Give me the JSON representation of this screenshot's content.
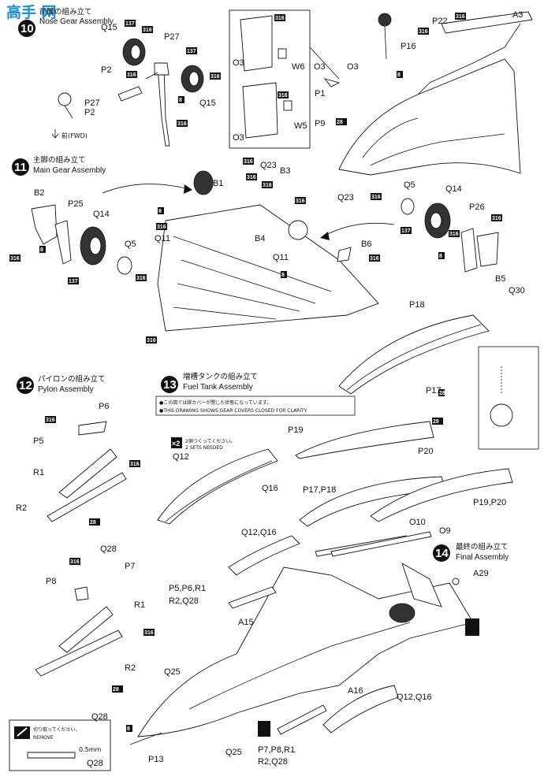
{
  "watermark": "高手 网",
  "steps": {
    "s10": {
      "num": "10",
      "title_jp": "前脚の組み立て",
      "title_en": "Nose Gear Assembly"
    },
    "s11": {
      "num": "11",
      "title_jp": "主脚の組み立て",
      "title_en": "Main Gear Assembly"
    },
    "s12": {
      "num": "12",
      "title_jp": "パイロンの組み立て",
      "title_en": "Pylon Assembly"
    },
    "s13": {
      "num": "13",
      "title_jp": "増槽タンクの組み立て",
      "title_en": "Fuel Tank Assembly"
    },
    "s14": {
      "num": "14",
      "title_jp": "最終の組み立て",
      "title_en": "Final Assembly"
    }
  },
  "notes": {
    "fwd": "前(FWD)",
    "gear_covers_jp": "●この図では脚カバーが閉じた状態になっています。",
    "gear_covers_en": "●THIS DRAWING SHOWS GEAR COVERS CLOSED FOR CLARITY.",
    "x2": "×2",
    "x2_jp": "2個つくってください。",
    "x2_en": "2 SETS NEEDED",
    "remove_jp": "切り取ってください。",
    "remove_en": "REMOVE",
    "measure": "0.5mm"
  },
  "tags": {
    "t316": "316",
    "t137": "137",
    "t8": "8",
    "t28": "28"
  },
  "labels": {
    "q15a": "Q15",
    "q15b": "Q15",
    "p27": "P27",
    "p27b": "P27",
    "p2": "P2",
    "p2b": "P2",
    "o3a": "O3",
    "o3b": "O3",
    "o3c": "O3",
    "w6": "W6",
    "w5": "W5",
    "p1": "P1",
    "p9": "P9",
    "p16": "P16",
    "p22": "P22",
    "a3": "A3",
    "b2": "B2",
    "p25": "P25",
    "q14a": "Q14",
    "q5a": "Q5",
    "b1": "B1",
    "q23a": "Q23",
    "b3": "B3",
    "q11a": "Q11",
    "q23b": "Q23",
    "b4": "B4",
    "q11b": "Q11",
    "q5b": "Q5",
    "q14b": "Q14",
    "p26": "P26",
    "b5": "B5",
    "b6": "B6",
    "p6": "P6",
    "p5": "P5",
    "r1a": "R1",
    "r2a": "R2",
    "q28a": "Q28",
    "p8": "P8",
    "p7": "P7",
    "r1b": "R1",
    "r2b": "R2",
    "q28b": "Q28",
    "q28c": "Q28",
    "p18": "P18",
    "q30": "Q30",
    "p17": "P17",
    "p19": "P19",
    "p20": "P20",
    "q12": "Q12",
    "q16": "Q16",
    "p17p18": "P17,P18",
    "p1920": "P19,P20",
    "o10": "O10",
    "o9": "O9",
    "q12q16a": "Q12,Q16",
    "a29": "A29",
    "p56r1": "P5,P6,R1",
    "r2q28a": "R2,Q28",
    "a15": "A15",
    "q25a": "Q25",
    "a16": "A16",
    "q12q16b": "Q12,Q16",
    "p13": "P13",
    "q25b": "Q25",
    "p78r1": "P7,P8,R1",
    "r2q28b": "R2,Q28"
  }
}
